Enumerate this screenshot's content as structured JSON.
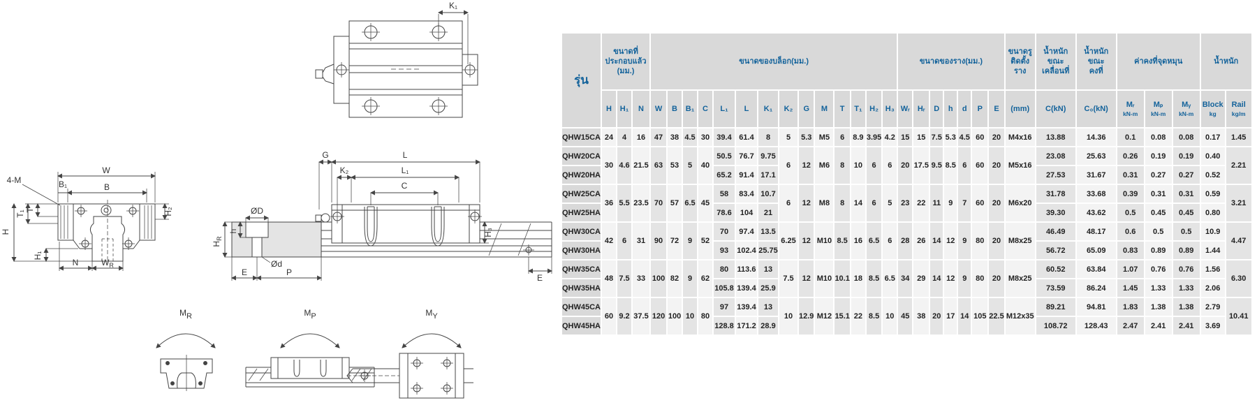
{
  "colors": {
    "accent_blue": "#14639b",
    "header_bg": "#d9d9d9",
    "stripe_light": "#f3f3f3",
    "stripe_dark": "#e4e4e4",
    "model_bg": "#d9d9d9",
    "diagram_line": "#444444",
    "background": "#ffffff"
  },
  "diagrams": {
    "top": {
      "k1": "K₁"
    },
    "front": {
      "w": "W",
      "b1": "B₁",
      "b": "B",
      "four_m": "4-M",
      "h2": "H₂",
      "t1": "T₁",
      "t": "T",
      "h": "H",
      "h1": "H₁",
      "n": "N",
      "wr_m": "W",
      "wr_s": "R"
    },
    "rail": {
      "dd": "ØD",
      "hr_m": "H",
      "hr_s": "R",
      "h": "h",
      "d": "Ød",
      "e": "E",
      "p": "P"
    },
    "side": {
      "g": "G",
      "l": "L",
      "k2": "K₂",
      "l1": "L₁",
      "c": "C",
      "h3": "H₃",
      "e": "E"
    },
    "moments": {
      "m": "M",
      "r": "R",
      "p": "P",
      "y": "Y"
    }
  },
  "table": {
    "model_header": "รุ่น",
    "groups": [
      {
        "label": "ขนาดที่\nประกอบแล้ว\n(มม.)",
        "span": 3
      },
      {
        "label": "ขนาดของบล็อก(มม.)",
        "span": 14
      },
      {
        "label": "ขนาดของราง(มม.)",
        "span": 7
      },
      {
        "label": "ขนาดรู\nติดตั้ง\nราง",
        "span": 1
      },
      {
        "label": "น้ำหนัก\nขณะ\nเคลื่อนที่",
        "span": 1
      },
      {
        "label": "น้ำหนัก\nขณะ\nคงที่",
        "span": 1
      },
      {
        "label": "ค่าคงที่จุดหมุน",
        "span": 3
      },
      {
        "label": "น้ำหนัก",
        "span": 2
      }
    ],
    "columns": [
      {
        "l": "H"
      },
      {
        "l": "H₁"
      },
      {
        "l": "N"
      },
      {
        "l": "W"
      },
      {
        "l": "B"
      },
      {
        "l": "B₁"
      },
      {
        "l": "C"
      },
      {
        "l": "L₁"
      },
      {
        "l": "L"
      },
      {
        "l": "K₁"
      },
      {
        "l": "K₂"
      },
      {
        "l": "G"
      },
      {
        "l": "M"
      },
      {
        "l": "T"
      },
      {
        "l": "T₁"
      },
      {
        "l": "H₂"
      },
      {
        "l": "H₃"
      },
      {
        "l": "Wᵣ"
      },
      {
        "l": "Hᵣ"
      },
      {
        "l": "D"
      },
      {
        "l": "h"
      },
      {
        "l": "d"
      },
      {
        "l": "P"
      },
      {
        "l": "E"
      },
      {
        "l": "(mm)"
      },
      {
        "l": "C(kN)"
      },
      {
        "l": "C₀(kN)"
      },
      {
        "l": "Mᵣ",
        "s": "kN-m"
      },
      {
        "l": "Mₚ",
        "s": "kN-m"
      },
      {
        "l": "Mᵧ",
        "s": "kN-m"
      },
      {
        "l": "Block",
        "s": "kg"
      },
      {
        "l": "Rail",
        "s": "kg/m"
      }
    ],
    "rows": [
      [
        [
          0,
          "QHW15CA",
          1
        ],
        [
          1,
          "24",
          1
        ],
        [
          2,
          "4",
          1
        ],
        [
          3,
          "16",
          1
        ],
        [
          4,
          "47",
          1
        ],
        [
          5,
          "38",
          1
        ],
        [
          6,
          "4.5",
          1
        ],
        [
          7,
          "30",
          1
        ],
        [
          8,
          "39.4",
          1
        ],
        [
          9,
          "61.4",
          1
        ],
        [
          10,
          "8",
          1
        ],
        [
          11,
          "5",
          1
        ],
        [
          12,
          "5.3",
          1
        ],
        [
          13,
          "M5",
          1
        ],
        [
          14,
          "6",
          1
        ],
        [
          15,
          "8.9",
          1
        ],
        [
          16,
          "3.95",
          1
        ],
        [
          17,
          "4.2",
          1
        ],
        [
          18,
          "15",
          1
        ],
        [
          19,
          "15",
          1
        ],
        [
          20,
          "7.5",
          1
        ],
        [
          21,
          "5.3",
          1
        ],
        [
          22,
          "4.5",
          1
        ],
        [
          23,
          "60",
          1
        ],
        [
          24,
          "20",
          1
        ],
        [
          25,
          "M4x16",
          1
        ],
        [
          26,
          "13.88",
          1
        ],
        [
          27,
          "14.36",
          1
        ],
        [
          28,
          "0.1",
          1
        ],
        [
          29,
          "0.08",
          1
        ],
        [
          30,
          "0.08",
          1
        ],
        [
          31,
          "0.17",
          1
        ],
        [
          32,
          "1.45",
          1
        ]
      ],
      [
        [
          0,
          "QHW20CA",
          1
        ],
        [
          1,
          "30",
          2
        ],
        [
          2,
          "4.6",
          2
        ],
        [
          3,
          "21.5",
          2
        ],
        [
          4,
          "63",
          2
        ],
        [
          5,
          "53",
          2
        ],
        [
          6,
          "5",
          2
        ],
        [
          7,
          "40",
          2
        ],
        [
          8,
          "50.5",
          1
        ],
        [
          9,
          "76.7",
          1
        ],
        [
          10,
          "9.75",
          1
        ],
        [
          11,
          "6",
          2
        ],
        [
          12,
          "12",
          2
        ],
        [
          13,
          "M6",
          2
        ],
        [
          14,
          "8",
          2
        ],
        [
          15,
          "10",
          2
        ],
        [
          16,
          "6",
          2
        ],
        [
          17,
          "6",
          2
        ],
        [
          18,
          "20",
          2
        ],
        [
          19,
          "17.5",
          2
        ],
        [
          20,
          "9.5",
          2
        ],
        [
          21,
          "8.5",
          2
        ],
        [
          22,
          "6",
          2
        ],
        [
          23,
          "60",
          2
        ],
        [
          24,
          "20",
          2
        ],
        [
          25,
          "M5x16",
          2
        ],
        [
          26,
          "23.08",
          1
        ],
        [
          27,
          "25.63",
          1
        ],
        [
          28,
          "0.26",
          1
        ],
        [
          29,
          "0.19",
          1
        ],
        [
          30,
          "0.19",
          1
        ],
        [
          31,
          "0.40",
          1
        ],
        [
          32,
          "2.21",
          2
        ]
      ],
      [
        [
          0,
          "QHW20HA",
          1
        ],
        [
          8,
          "65.2",
          1
        ],
        [
          9,
          "91.4",
          1
        ],
        [
          10,
          "17.1",
          1
        ],
        [
          26,
          "27.53",
          1
        ],
        [
          27,
          "31.67",
          1
        ],
        [
          28,
          "0.31",
          1
        ],
        [
          29,
          "0.27",
          1
        ],
        [
          30,
          "0.27",
          1
        ],
        [
          31,
          "0.52",
          1
        ]
      ],
      [
        [
          0,
          "QHW25CA",
          1
        ],
        [
          1,
          "36",
          2
        ],
        [
          2,
          "5.5",
          2
        ],
        [
          3,
          "23.5",
          2
        ],
        [
          4,
          "70",
          2
        ],
        [
          5,
          "57",
          2
        ],
        [
          6,
          "6.5",
          2
        ],
        [
          7,
          "45",
          2
        ],
        [
          8,
          "58",
          1
        ],
        [
          9,
          "83.4",
          1
        ],
        [
          10,
          "10.7",
          1
        ],
        [
          11,
          "6",
          2
        ],
        [
          12,
          "12",
          2
        ],
        [
          13,
          "M8",
          2
        ],
        [
          14,
          "8",
          2
        ],
        [
          15,
          "14",
          2
        ],
        [
          16,
          "6",
          2
        ],
        [
          17,
          "5",
          2
        ],
        [
          18,
          "23",
          2
        ],
        [
          19,
          "22",
          2
        ],
        [
          20,
          "11",
          2
        ],
        [
          21,
          "9",
          2
        ],
        [
          22,
          "7",
          2
        ],
        [
          23,
          "60",
          2
        ],
        [
          24,
          "20",
          2
        ],
        [
          25,
          "M6x20",
          2
        ],
        [
          26,
          "31.78",
          1
        ],
        [
          27,
          "33.68",
          1
        ],
        [
          28,
          "0.39",
          1
        ],
        [
          29,
          "0.31",
          1
        ],
        [
          30,
          "0.31",
          1
        ],
        [
          31,
          "0.59",
          1
        ],
        [
          32,
          "3.21",
          2
        ]
      ],
      [
        [
          0,
          "QHW25HA",
          1
        ],
        [
          8,
          "78.6",
          1
        ],
        [
          9,
          "104",
          1
        ],
        [
          10,
          "21",
          1
        ],
        [
          26,
          "39.30",
          1
        ],
        [
          27,
          "43.62",
          1
        ],
        [
          28,
          "0.5",
          1
        ],
        [
          29,
          "0.45",
          1
        ],
        [
          30,
          "0.45",
          1
        ],
        [
          31,
          "0.80",
          1
        ]
      ],
      [
        [
          0,
          "QHW30CA",
          1
        ],
        [
          1,
          "42",
          2
        ],
        [
          2,
          "6",
          2
        ],
        [
          3,
          "31",
          2
        ],
        [
          4,
          "90",
          2
        ],
        [
          5,
          "72",
          2
        ],
        [
          6,
          "9",
          2
        ],
        [
          7,
          "52",
          2
        ],
        [
          8,
          "70",
          1
        ],
        [
          9,
          "97.4",
          1
        ],
        [
          10,
          "13.5",
          1
        ],
        [
          11,
          "6.25",
          2
        ],
        [
          12,
          "12",
          2
        ],
        [
          13,
          "M10",
          2
        ],
        [
          14,
          "8.5",
          2
        ],
        [
          15,
          "16",
          2
        ],
        [
          16,
          "6.5",
          2
        ],
        [
          17,
          "6",
          2
        ],
        [
          18,
          "28",
          2
        ],
        [
          19,
          "26",
          2
        ],
        [
          20,
          "14",
          2
        ],
        [
          21,
          "12",
          2
        ],
        [
          22,
          "9",
          2
        ],
        [
          23,
          "80",
          2
        ],
        [
          24,
          "20",
          2
        ],
        [
          25,
          "M8x25",
          2
        ],
        [
          26,
          "46.49",
          1
        ],
        [
          27,
          "48.17",
          1
        ],
        [
          28,
          "0.6",
          1
        ],
        [
          29,
          "0.5",
          1
        ],
        [
          30,
          "0.5",
          1
        ],
        [
          31,
          "10.9",
          1
        ],
        [
          32,
          "4.47",
          2
        ]
      ],
      [
        [
          0,
          "QHW30HA",
          1
        ],
        [
          8,
          "93",
          1
        ],
        [
          9,
          "102.4",
          1
        ],
        [
          10,
          "25.75",
          1
        ],
        [
          26,
          "56.72",
          1
        ],
        [
          27,
          "65.09",
          1
        ],
        [
          28,
          "0.83",
          1
        ],
        [
          29,
          "0.89",
          1
        ],
        [
          30,
          "0.89",
          1
        ],
        [
          31,
          "1.44",
          1
        ]
      ],
      [
        [
          0,
          "QHW35CA",
          1
        ],
        [
          1,
          "48",
          2
        ],
        [
          2,
          "7.5",
          2
        ],
        [
          3,
          "33",
          2
        ],
        [
          4,
          "100",
          2
        ],
        [
          5,
          "82",
          2
        ],
        [
          6,
          "9",
          2
        ],
        [
          7,
          "62",
          2
        ],
        [
          8,
          "80",
          1
        ],
        [
          9,
          "113.6",
          1
        ],
        [
          10,
          "13",
          1
        ],
        [
          11,
          "7.5",
          2
        ],
        [
          12,
          "12",
          2
        ],
        [
          13,
          "M10",
          2
        ],
        [
          14,
          "10.1",
          2
        ],
        [
          15,
          "18",
          2
        ],
        [
          16,
          "8.5",
          2
        ],
        [
          17,
          "6.5",
          2
        ],
        [
          18,
          "34",
          2
        ],
        [
          19,
          "29",
          2
        ],
        [
          20,
          "14",
          2
        ],
        [
          21,
          "12",
          2
        ],
        [
          22,
          "9",
          2
        ],
        [
          23,
          "80",
          2
        ],
        [
          24,
          "20",
          2
        ],
        [
          25,
          "M8x25",
          2
        ],
        [
          26,
          "60.52",
          1
        ],
        [
          27,
          "63.84",
          1
        ],
        [
          28,
          "1.07",
          1
        ],
        [
          29,
          "0.76",
          1
        ],
        [
          30,
          "0.76",
          1
        ],
        [
          31,
          "1.56",
          1
        ],
        [
          32,
          "6.30",
          2
        ]
      ],
      [
        [
          0,
          "QHW35HA",
          1
        ],
        [
          8,
          "105.8",
          1
        ],
        [
          9,
          "139.4",
          1
        ],
        [
          10,
          "25.9",
          1
        ],
        [
          26,
          "73.59",
          1
        ],
        [
          27,
          "86.24",
          1
        ],
        [
          28,
          "1.45",
          1
        ],
        [
          29,
          "1.33",
          1
        ],
        [
          30,
          "1.33",
          1
        ],
        [
          31,
          "2.06",
          1
        ]
      ],
      [
        [
          0,
          "QHW45CA",
          1
        ],
        [
          1,
          "60",
          2
        ],
        [
          2,
          "9.2",
          2
        ],
        [
          3,
          "37.5",
          2
        ],
        [
          4,
          "120",
          2
        ],
        [
          5,
          "100",
          2
        ],
        [
          6,
          "10",
          2
        ],
        [
          7,
          "80",
          2
        ],
        [
          8,
          "97",
          1
        ],
        [
          9,
          "139.4",
          1
        ],
        [
          10,
          "13",
          1
        ],
        [
          11,
          "10",
          2
        ],
        [
          12,
          "12.9",
          2
        ],
        [
          13,
          "M12",
          2
        ],
        [
          14,
          "15.1",
          2
        ],
        [
          15,
          "22",
          2
        ],
        [
          16,
          "8.5",
          2
        ],
        [
          17,
          "10",
          2
        ],
        [
          18,
          "45",
          2
        ],
        [
          19,
          "38",
          2
        ],
        [
          20,
          "20",
          2
        ],
        [
          21,
          "17",
          2
        ],
        [
          22,
          "14",
          2
        ],
        [
          23,
          "105",
          2
        ],
        [
          24,
          "22.5",
          2
        ],
        [
          25,
          "M12x35",
          2
        ],
        [
          26,
          "89.21",
          1
        ],
        [
          27,
          "94.81",
          1
        ],
        [
          28,
          "1.83",
          1
        ],
        [
          29,
          "1.38",
          1
        ],
        [
          30,
          "1.38",
          1
        ],
        [
          31,
          "2.79",
          1
        ],
        [
          32,
          "10.41",
          2
        ]
      ],
      [
        [
          0,
          "QHW45HA",
          1
        ],
        [
          8,
          "128.8",
          1
        ],
        [
          9,
          "171.2",
          1
        ],
        [
          10,
          "28.9",
          1
        ],
        [
          26,
          "108.72",
          1
        ],
        [
          27,
          "128.43",
          1
        ],
        [
          28,
          "2.47",
          1
        ],
        [
          29,
          "2.41",
          1
        ],
        [
          30,
          "2.41",
          1
        ],
        [
          31,
          "3.69",
          1
        ]
      ]
    ]
  }
}
